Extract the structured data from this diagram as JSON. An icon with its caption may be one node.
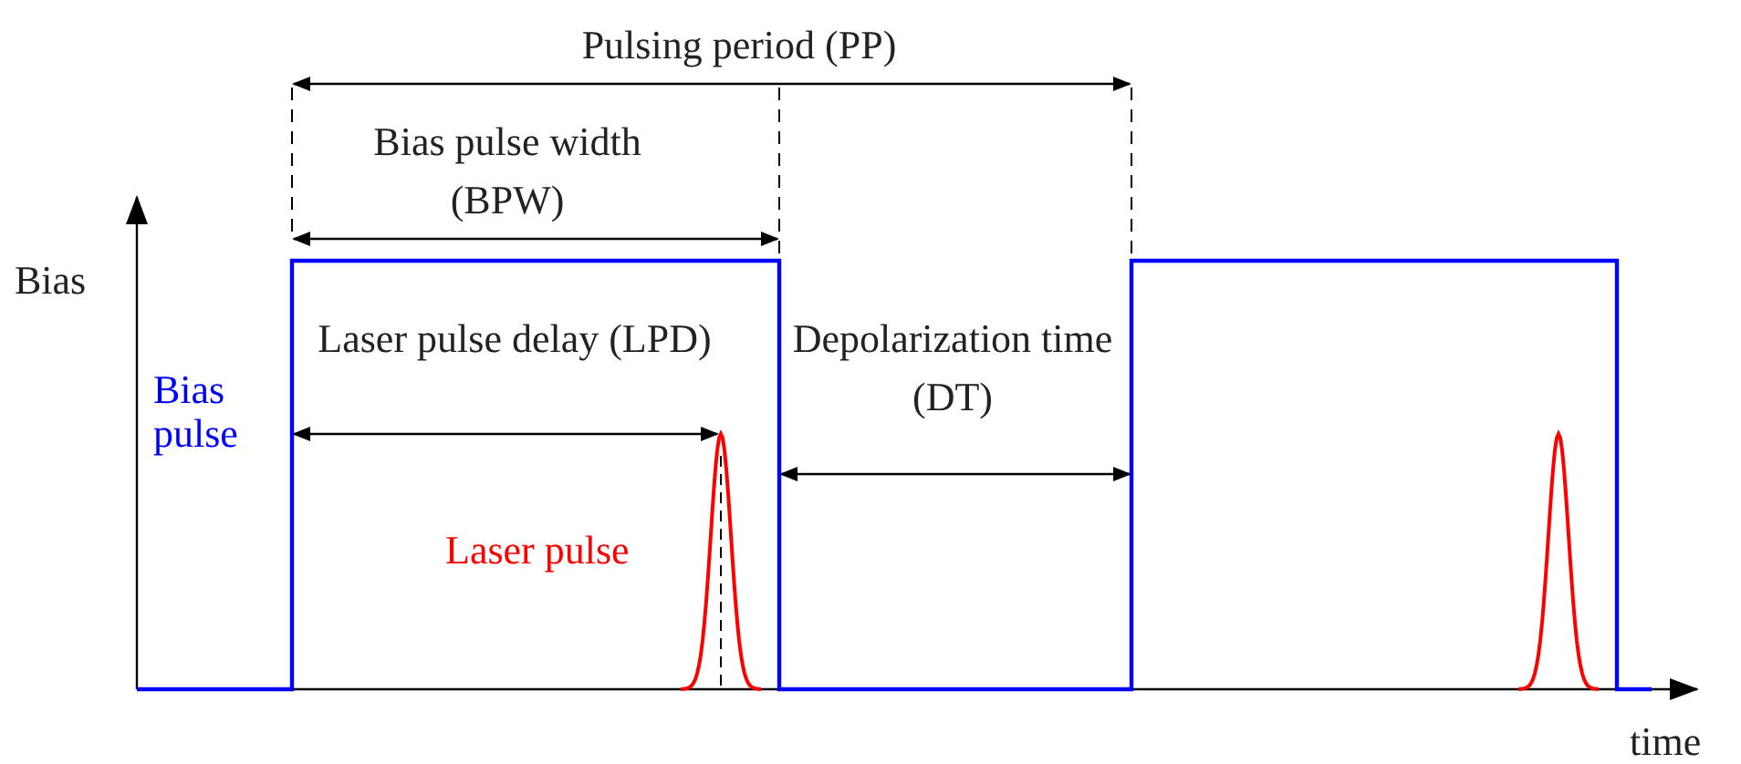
{
  "diagram": {
    "labels": [
      "Pulsing period (PP)",
      "Bias pulse width (BPW)",
      "Bias",
      "Laser pulse delay (LPD)",
      "Depolarization time (DT)",
      "Bias pulse",
      "Laser pulse",
      "time"
    ]
  }
}
